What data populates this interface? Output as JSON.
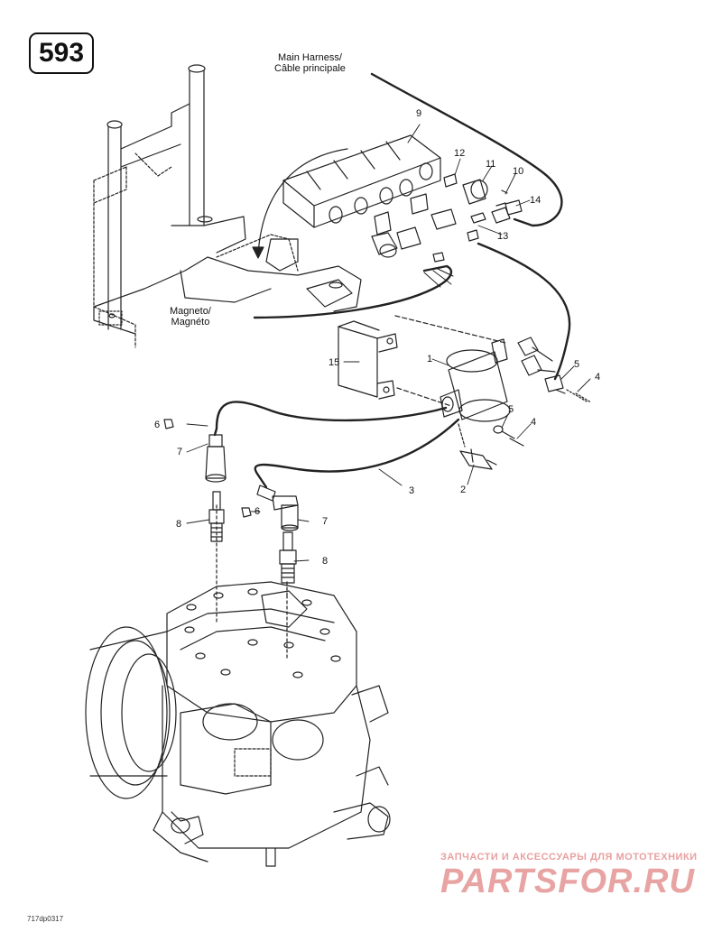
{
  "page_number": "593",
  "labels": {
    "main_harness_line1": "Main Harness/",
    "main_harness_line2": "Câble principale",
    "magneto_line1": "Magneto/",
    "magneto_line2": "Magnéto",
    "c1": "1",
    "c2": "2",
    "c3": "3",
    "c4a": "4",
    "c4b": "4",
    "c5a": "5",
    "c5b": "5",
    "c6a": "6",
    "c6b": "6",
    "c7a": "7",
    "c7b": "7",
    "c8a": "8",
    "c8b": "8",
    "c9": "9",
    "c10": "10",
    "c11": "11",
    "c12": "12",
    "c13": "13",
    "c14": "14",
    "c15": "15"
  },
  "reference_code": "717dp0317",
  "watermark": {
    "line1": "ЗАПЧАСТИ И АКСЕССУАРЫ ДЛЯ МОТОТЕХНИКИ",
    "logo": "PARTSFOR.RU"
  }
}
